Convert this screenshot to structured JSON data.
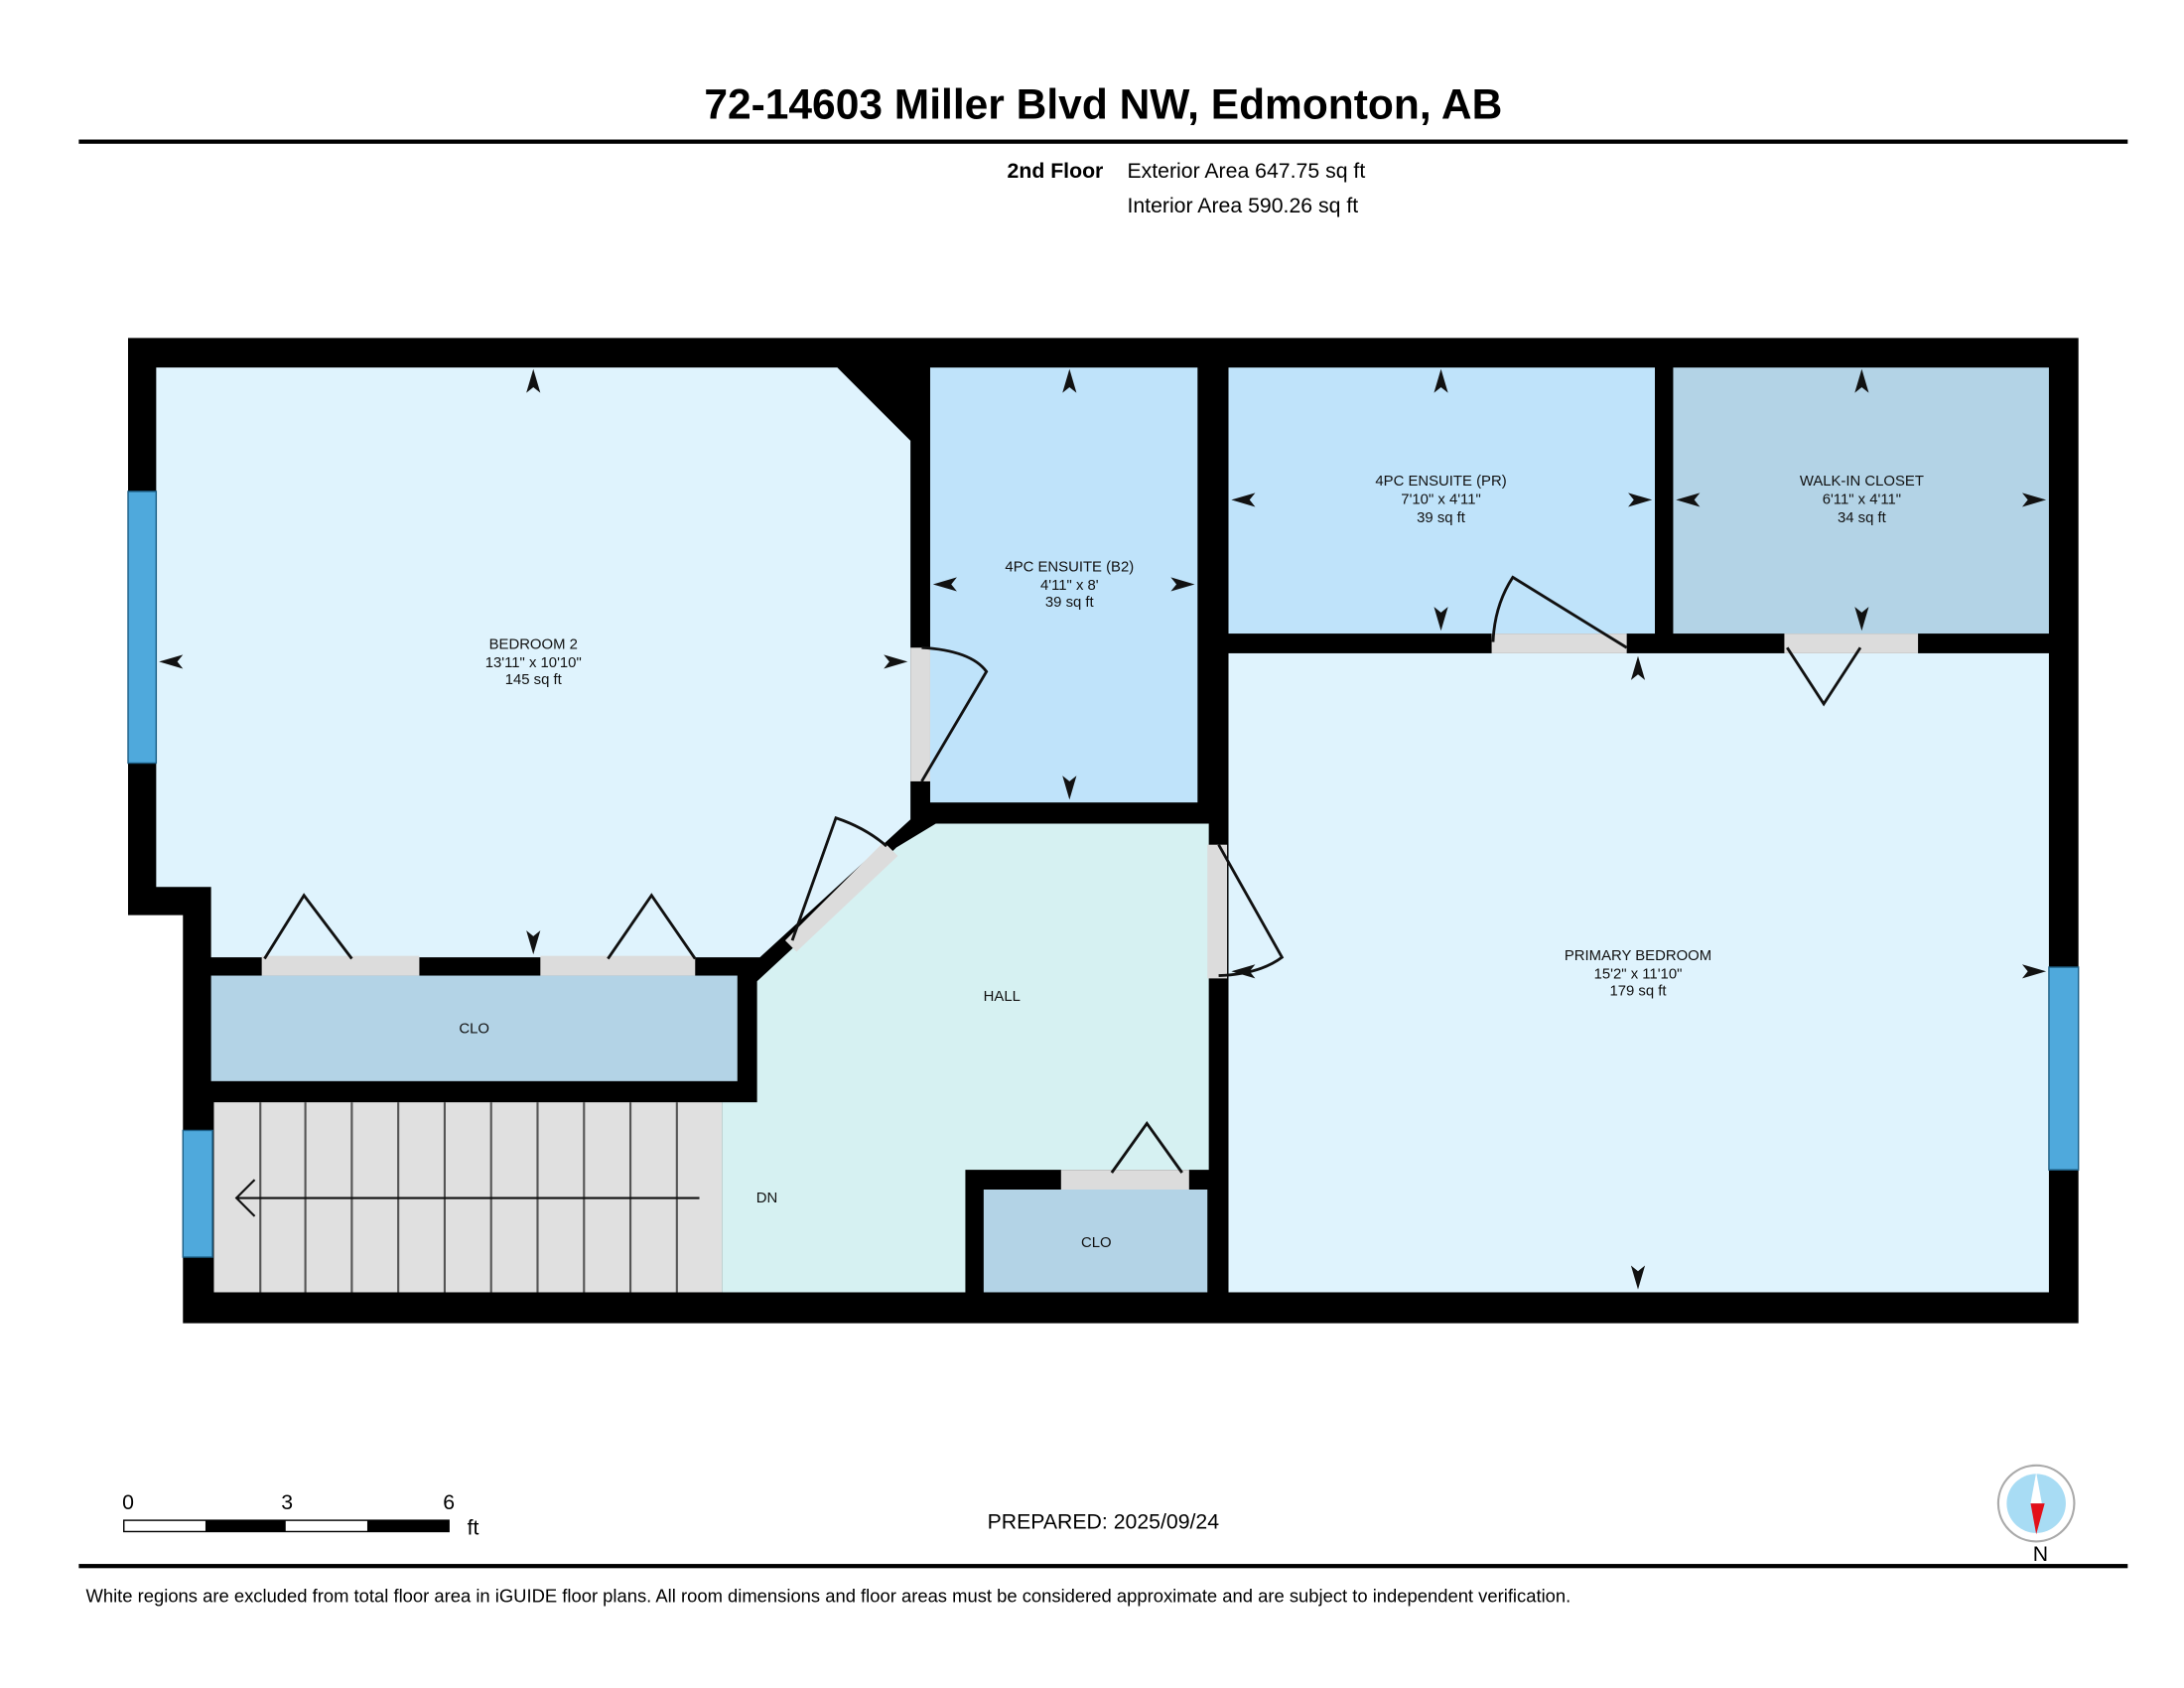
{
  "header": {
    "title": "72-14603 Miller Blvd NW, Edmonton, AB",
    "floor": "2nd Floor",
    "exterior_area": "Exterior Area 647.75 sq ft",
    "interior_area": "Interior Area 590.26 sq ft"
  },
  "rooms": {
    "bedroom2": {
      "name": "BEDROOM 2",
      "dims": "13'11\" x 10'10\"",
      "area": "145 sq ft"
    },
    "ensuite_b2": {
      "name": "4PC ENSUITE (B2)",
      "dims": "4'11\" x 8'",
      "area": "39 sq ft"
    },
    "ensuite_pr": {
      "name": "4PC ENSUITE (PR)",
      "dims": "7'10\" x 4'11\"",
      "area": "39 sq ft"
    },
    "walkin": {
      "name": "WALK-IN CLOSET",
      "dims": "6'11\" x 4'11\"",
      "area": "34 sq ft"
    },
    "primary": {
      "name": "PRIMARY BEDROOM",
      "dims": "15'2\" x 11'10\"",
      "area": "179 sq ft"
    },
    "hall": {
      "name": "HALL"
    },
    "clo_left": {
      "name": "CLO"
    },
    "clo_hall": {
      "name": "CLO"
    },
    "stairs": {
      "name": "DN"
    }
  },
  "scale": {
    "ticks": [
      "0",
      "3",
      "6"
    ],
    "unit": "ft"
  },
  "prepared": "PREPARED: 2025/09/24",
  "compass": {
    "label": "N"
  },
  "footer": {
    "disclaimer": "White regions are excluded from total floor area in iGUIDE floor plans. All room dimensions and floor areas must be considered approximate and are subject to independent verification."
  },
  "colors": {
    "bedroom": "#dff3fd",
    "bath": "#bfe3fa",
    "closet": "#b3d3e6",
    "hall": "#d6f1f2",
    "window": "#4fa9dc",
    "door": "#dcdcdc",
    "wall": "#000000"
  }
}
